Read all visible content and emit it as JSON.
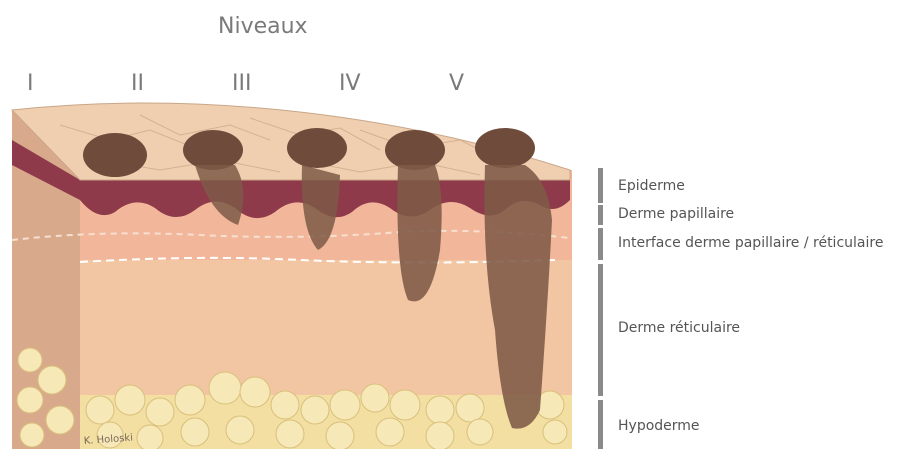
{
  "title": "Niveaux",
  "levels": [
    "I",
    "II",
    "III",
    "IV",
    "V"
  ],
  "layers": [
    {
      "label": "Epiderme"
    },
    {
      "label": "Derme papillaire"
    },
    {
      "label": "Interface derme papillaire / réticulaire"
    },
    {
      "label": "Derme réticulaire"
    },
    {
      "label": "Hypoderme"
    }
  ],
  "signature": "K. Holoski",
  "colors": {
    "skin_surface": "#efcfb0",
    "epidermis": "#8e3a4a",
    "papillary_dermis": "#f2b79a",
    "reticular_dermis": "#f2c6a2",
    "hypodermis_fat": "#f3dfa2",
    "melanoma": "#6e4b3a",
    "scale_bar": "#8a8a8a"
  }
}
